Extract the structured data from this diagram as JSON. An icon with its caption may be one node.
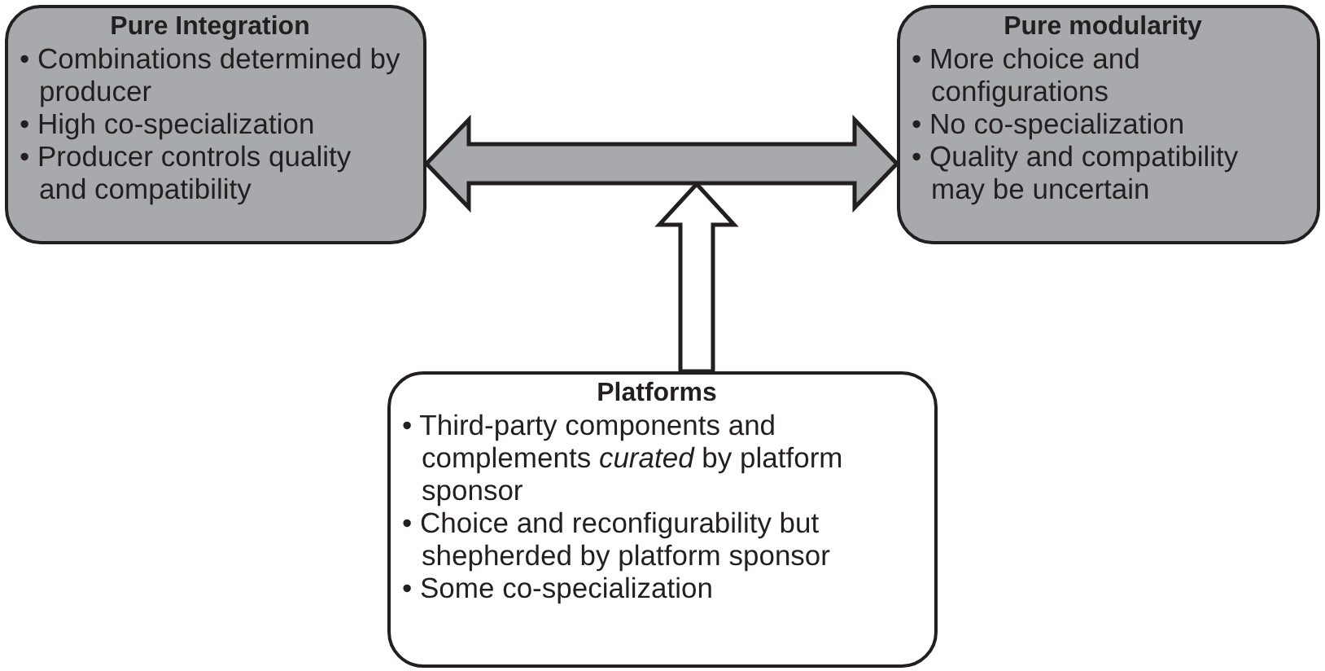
{
  "diagram": {
    "nodes": [
      {
        "text": [
          "Pure Integration",
          "• Combinations determined by producer",
          "• High co-specialization",
          "• Producer controls quality and compatibility"
        ]
      },
      {
        "text": [
          "Pure modularity",
          "• More choice and configurations",
          "• No co-specialization",
          "• Quality and compatibility may be uncertain"
        ]
      },
      {
        "text": [
          "Platforms",
          "• Third-party components and complements *curated* by platform sponsor",
          "• Choice and reconfigurability but shepherded by platform sponsor",
          "• Some co-specialization"
        ]
      }
    ],
    "edges": [
      {
        "from": 0,
        "to": 1,
        "arrow": "both"
      },
      {
        "from": 2,
        "to": null,
        "arrow": "to"
      }
    ]
  }
}
